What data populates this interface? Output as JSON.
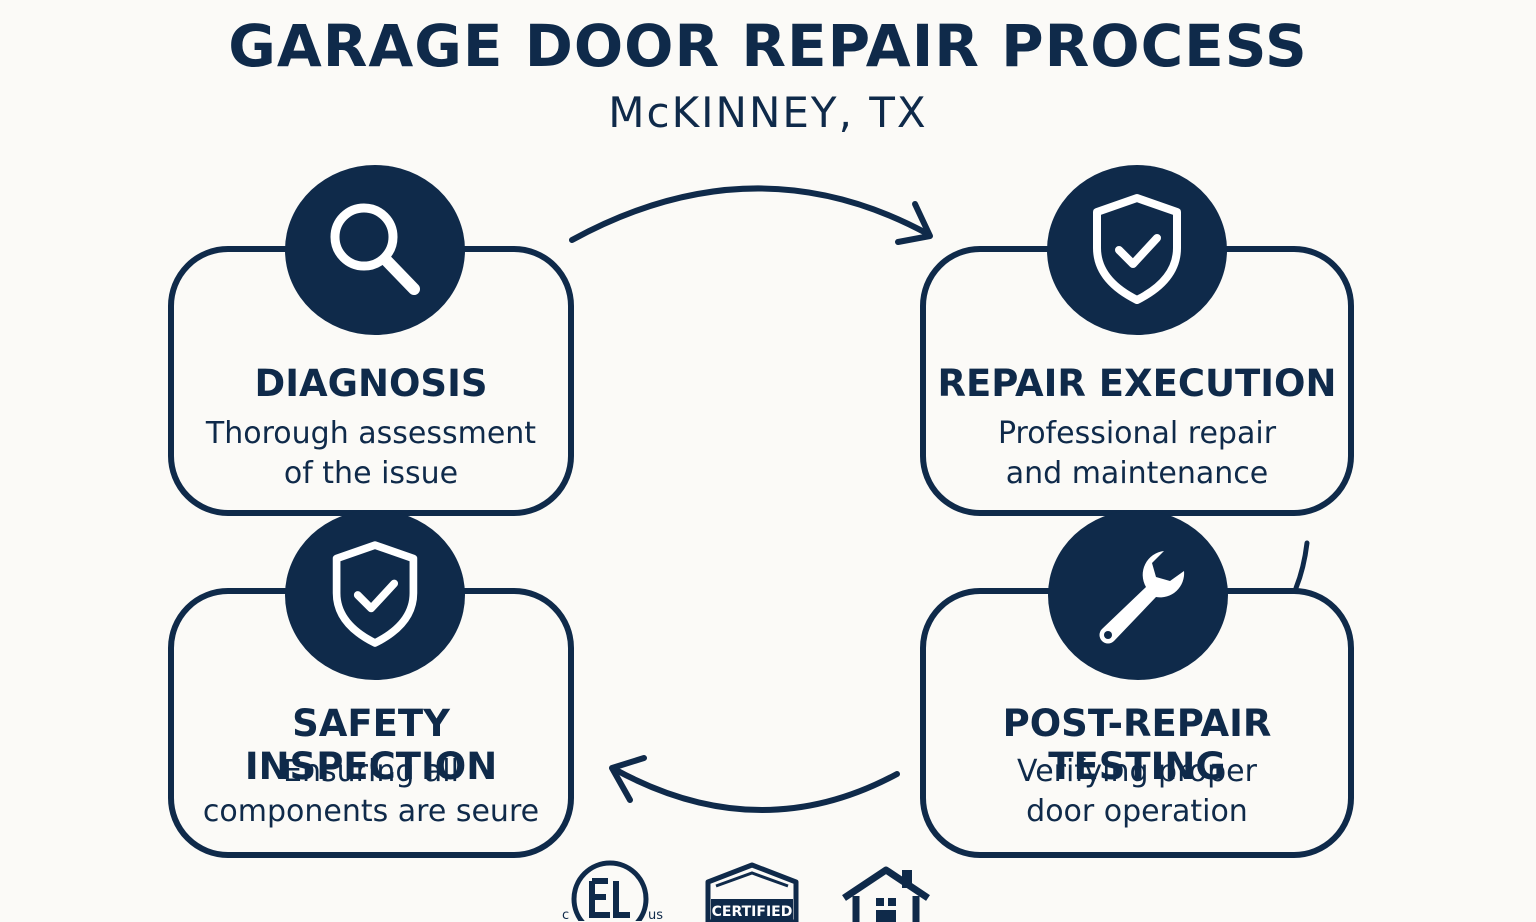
{
  "header": {
    "title": "GARAGE DOOR REPAIR PROCESS",
    "subtitle": "McKINNEY, TX"
  },
  "steps": [
    {
      "title": "DIAGNOSIS",
      "desc_line1": "Thorough assessment",
      "desc_line2": "of the issue",
      "icon": "magnifying-glass-icon"
    },
    {
      "title": "REPAIR EXECUTION",
      "desc_line1": "Professional repair",
      "desc_line2": "and maintenance",
      "icon": "shield-check-icon"
    },
    {
      "title": "SAFETY INSPECTION",
      "desc_line1": "Ensuring all",
      "desc_line2": "components are seure",
      "icon": "shield-check-icon"
    },
    {
      "title": "POST-REPAIR TESTING",
      "desc_line1": "Verifying proper",
      "desc_line2": "door operation",
      "icon": "wrench-icon"
    }
  ],
  "badges": {
    "certified_label": "CERTIFIED",
    "ul_c": "c",
    "ul_us": "us"
  },
  "colors": {
    "navy": "#0f2a4a",
    "background": "#fbfaf7"
  }
}
